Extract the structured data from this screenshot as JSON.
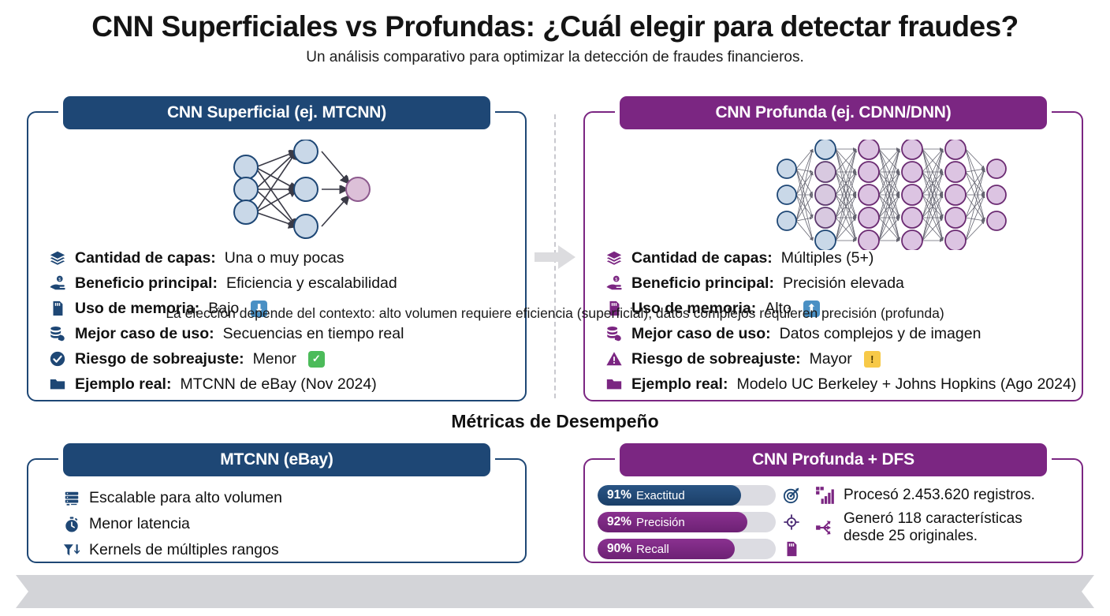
{
  "header": {
    "title": "CNN Superficiales vs Profundas: ¿Cuál elegir para detectar fraudes?",
    "subtitle": "Un análisis comparativo para optimizar la detección de fraudes financieros."
  },
  "colors": {
    "navy": "#1e4775",
    "purple": "#7b2682",
    "ribbon": "#d3d4d8",
    "arrow": "#dcdcdf"
  },
  "shallow_panel": {
    "header": "CNN Superficial (ej. MTCNN)",
    "diagram_name": "shallow-neural-network-diagram",
    "bullets": [
      {
        "icon": "layers-icon",
        "label": "Cantidad de capas:",
        "value": "Una o muy pocas"
      },
      {
        "icon": "hand-coin-icon",
        "label": "Beneficio principal:",
        "value": "Eficiencia y escalabilidad"
      },
      {
        "icon": "memory-card-icon",
        "label": "Uso de memoria:",
        "value": "Bajo",
        "badge": "arrow-down-badge",
        "badge_glyph": "⬇",
        "badge_color": "blue"
      },
      {
        "icon": "database-hand-icon",
        "label": "Mejor caso de uso:",
        "value": "Secuencias en tiempo real"
      },
      {
        "icon": "check-circle-icon",
        "label": "Riesgo de sobreajuste:",
        "value": "Menor",
        "badge": "check-badge",
        "badge_glyph": "✓",
        "badge_color": "green"
      },
      {
        "icon": "folder-icon",
        "label": "Ejemplo real:",
        "value": "MTCNN de eBay (Nov 2024)"
      }
    ]
  },
  "deep_panel": {
    "header": "CNN Profunda (ej. CDNN/DNN)",
    "diagram_name": "deep-neural-network-diagram",
    "bullets": [
      {
        "icon": "layers-icon",
        "label": "Cantidad de capas:",
        "value": "Múltiples (5+)"
      },
      {
        "icon": "hand-coin-icon",
        "label": "Beneficio principal:",
        "value": "Precisión elevada"
      },
      {
        "icon": "memory-card-icon",
        "label": "Uso de memoria:",
        "value": "Alto",
        "badge": "arrow-up-badge",
        "badge_glyph": "⬆",
        "badge_color": "blue"
      },
      {
        "icon": "database-hand-icon",
        "label": "Mejor caso de uso:",
        "value": "Datos complejos y de imagen"
      },
      {
        "icon": "warning-triangle-icon",
        "label": "Riesgo de sobreajuste:",
        "value": "Mayor",
        "badge": "warning-badge",
        "badge_glyph": "!",
        "badge_color": "warn"
      },
      {
        "icon": "folder-icon",
        "label": "Ejemplo real:",
        "value": "Modelo UC Berkeley + Johns Hopkins (Ago 2024)"
      }
    ]
  },
  "center_arrow_name": "comparison-arrow",
  "metrics_heading": "Métricas de Desempeño",
  "mtcnn_panel": {
    "header": "MTCNN (eBay)",
    "items": [
      {
        "icon": "server-rack-icon",
        "text": "Escalable para alto volumen"
      },
      {
        "icon": "stopwatch-icon",
        "text": "Menor latencia"
      },
      {
        "icon": "filter-sort-icon",
        "text": "Kernels de múltiples rangos"
      }
    ]
  },
  "dfs_panel": {
    "header": "CNN Profunda + DFS",
    "bars": [
      {
        "pct": "91%",
        "label": "Exactitud",
        "value": 91,
        "style": "navy",
        "icon": "target-arrow-icon"
      },
      {
        "pct": "92%",
        "label": "Precisión",
        "value": 92,
        "style": "purple",
        "icon": "crosshair-icon"
      },
      {
        "pct": "90%",
        "label": "Recall",
        "value": 90,
        "style": "purple",
        "icon": "memory-card-icon"
      }
    ],
    "facts": [
      {
        "icon": "bar-chart-icon",
        "line1": "Procesó 2.453.620 registros.",
        "line2": ""
      },
      {
        "icon": "share-nodes-icon",
        "line1": "Generó 118 características",
        "line2": "desde 25 originales."
      }
    ]
  },
  "footer": {
    "text": "La elección depende del contexto: alto volumen requiere eficiencia (superficial), datos complejos requieren precisión (profunda)"
  }
}
